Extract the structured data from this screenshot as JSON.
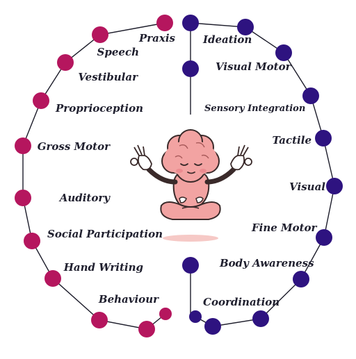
{
  "diagram": {
    "colors": {
      "left_series": "#b5165e",
      "right_series": "#2e1380",
      "connector": "#1c1c2a",
      "brain": "#f2a3a2",
      "brain_outline": "#3a2a2a",
      "shadow": "#f6c9c6"
    },
    "left_labels": [
      "Praxis",
      "Speech",
      "Vestibular",
      "Proprioception",
      "Gross Motor",
      "Auditory",
      "Social Participation",
      "Hand Writing",
      "Behaviour"
    ],
    "right_labels": [
      "Ideation",
      "Visual Motor",
      "Sensory Integration",
      "Tactile",
      "Visual",
      "Fine Motor",
      "Body Awareness",
      "Coordination"
    ],
    "center_icon": "meditating-brain-icon"
  }
}
